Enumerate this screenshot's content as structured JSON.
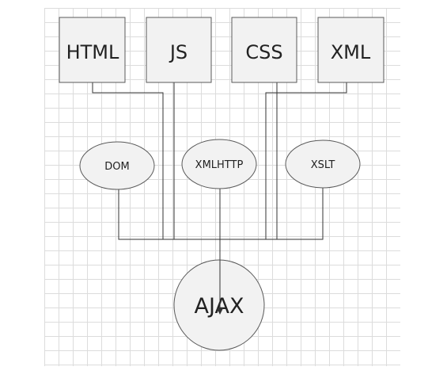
{
  "diagram": {
    "boxes": [
      {
        "id": "html",
        "label": "HTML"
      },
      {
        "id": "js",
        "label": "JS"
      },
      {
        "id": "css",
        "label": "CSS"
      },
      {
        "id": "xml",
        "label": "XML"
      }
    ],
    "ellipses": [
      {
        "id": "dom",
        "label": "DOM"
      },
      {
        "id": "xmlhttp",
        "label": "XMLHTTP"
      },
      {
        "id": "xslt",
        "label": "XSLT"
      }
    ],
    "target": {
      "id": "ajax",
      "label": "AJAX"
    },
    "colors": {
      "box_fill": "#f2f2f2",
      "stroke": "#595959",
      "ellipse_fill": "#f2f2f2",
      "circle_fill": "#f2f2f2",
      "grid": "#dcdcdc"
    }
  }
}
